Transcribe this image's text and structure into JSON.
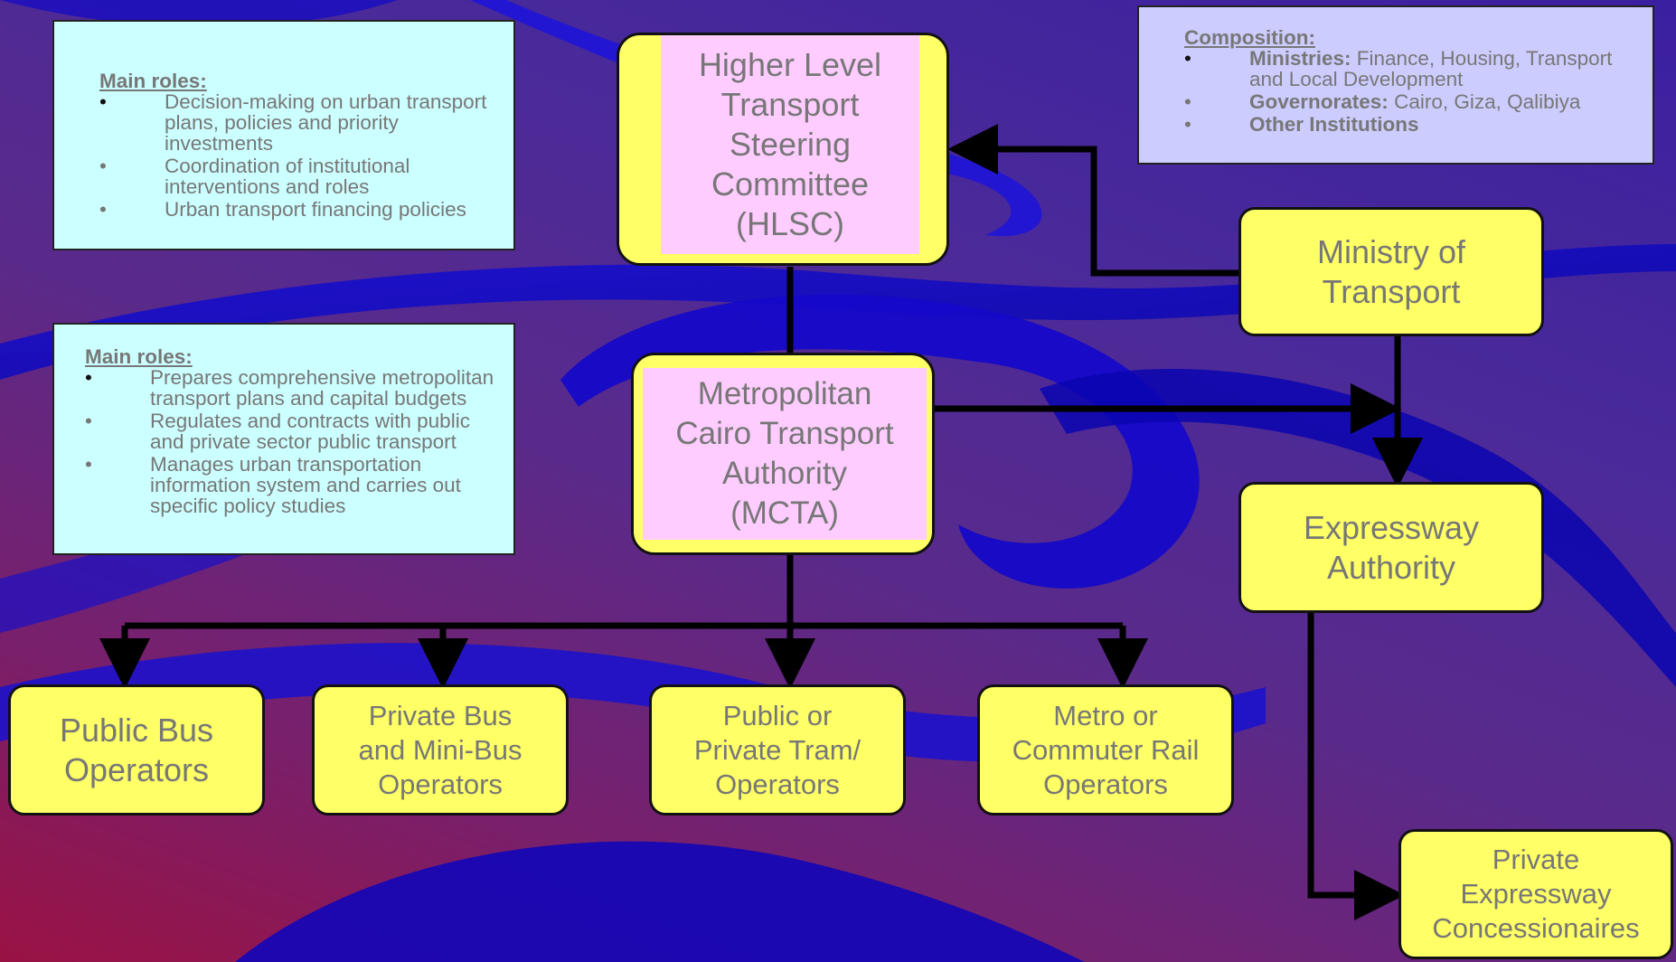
{
  "colors": {
    "box_fill": "#ffff66",
    "pink_fill": "#ffccff",
    "roles_box_fill": "#ccffff",
    "composition_box_fill": "#ccccff",
    "text": "#777777",
    "connector": "#000000"
  },
  "nodes": {
    "hlsc": "Higher Level\nTransport\nSteering\nCommittee\n(HLSC)",
    "mcta": "Metropolitan\nCairo Transport\nAuthority\n(MCTA)",
    "ministry": "Ministry of\nTransport",
    "expressway_authority": "Expressway\nAuthority",
    "public_bus": "Public Bus\nOperators",
    "private_bus": "Private Bus\nand Mini-Bus\nOperators",
    "tram": "Public or\nPrivate Tram/\nOperators",
    "metro": "Metro or\nCommuter Rail\nOperators",
    "concessionaires": "Private\nExpressway\nConcessionaires"
  },
  "hlsc_roles": {
    "heading": "Main roles:",
    "items": [
      "Decision-making on urban transport plans, policies and priority investments",
      "Coordination of institutional interventions and roles",
      "Urban transport financing policies"
    ]
  },
  "mcta_roles": {
    "heading": "Main roles:",
    "items": [
      "Prepares comprehensive metropolitan transport plans and capital budgets",
      "Regulates and contracts with public and private sector public transport",
      "Manages urban transportation information system and carries out specific policy studies"
    ]
  },
  "composition": {
    "heading": "Composition:",
    "items": [
      {
        "label": "Ministries:",
        "text": " Finance, Housing, Transport and Local Development"
      },
      {
        "label": "Governorates:",
        "text": " Cairo, Giza, Qalibiya"
      },
      {
        "label": "Other Institutions",
        "text": ""
      }
    ]
  },
  "bullet": "•"
}
